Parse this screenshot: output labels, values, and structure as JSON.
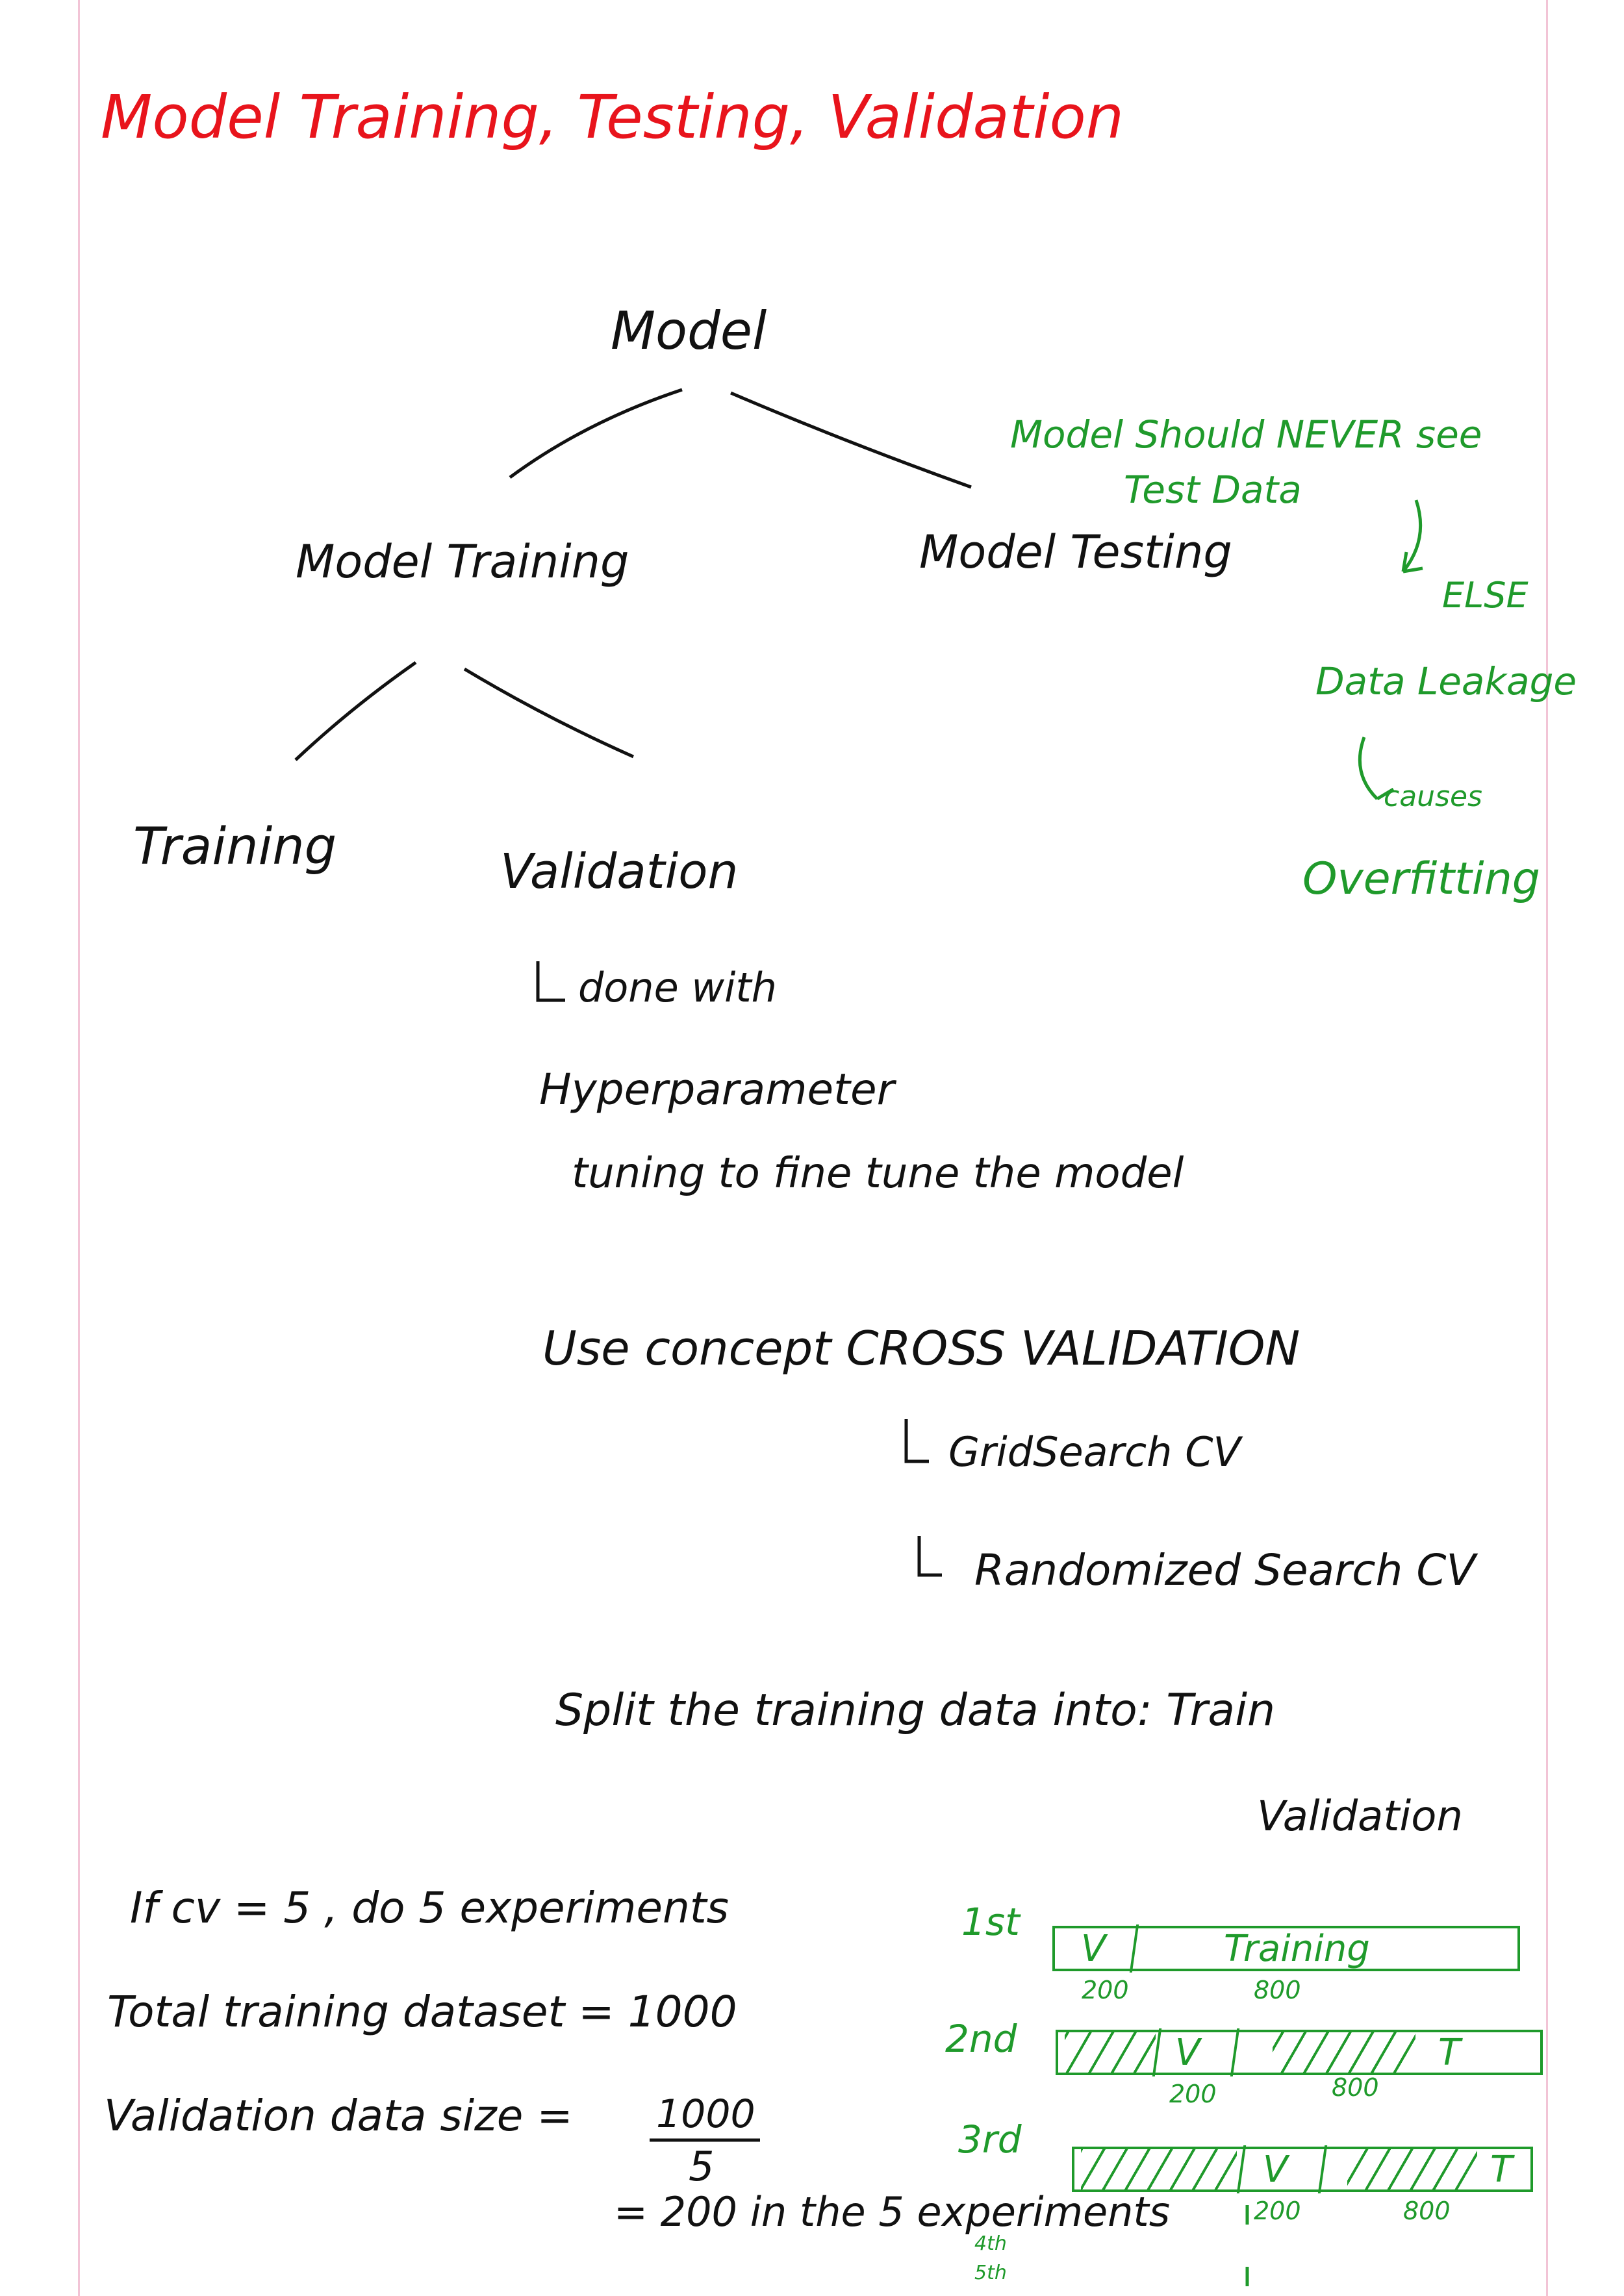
{
  "title": "Model Training, Testing, Validation",
  "tree": {
    "root": "Model",
    "left": "Model Training",
    "right": "Model Testing",
    "left_children": [
      "Training",
      "Validation"
    ]
  },
  "side_note": {
    "line1": "Model Should NEVER see",
    "line2": "Test Data",
    "else_label": "ELSE",
    "leakage": "Data Leakage",
    "causes_label": "causes",
    "result": "Overfitting"
  },
  "validation_note": {
    "line1": "done with",
    "line2": "Hyperparameter",
    "line3": "tuning to fine tune the model"
  },
  "cross_validation": {
    "heading": "Use concept CROSS VALIDATION",
    "methods": [
      "GridSearch CV",
      "Randomized Search CV"
    ]
  },
  "split": {
    "line": "Split the training data into: Train",
    "second": "Validation"
  },
  "cv_example": {
    "line1": "If cv = 5 , do 5 experiments",
    "line2": "Total training dataset = 1000",
    "line3_prefix": "Validation data size =",
    "numerator": "1000",
    "denominator": "5",
    "line4": "= 200 in the 5 experiments"
  },
  "folds": {
    "rows": [
      {
        "label": "1st",
        "v": "V",
        "training": "Training",
        "t": "",
        "v_size": "200",
        "train_size": "800"
      },
      {
        "label": "2nd",
        "v": "V",
        "training": "",
        "t": "T",
        "v_size": "200",
        "train_size": "800"
      },
      {
        "label": "3rd",
        "v": "V",
        "training": "",
        "t": "T",
        "v_size": "200",
        "train_size": "800"
      }
    ],
    "extra": [
      "4th",
      "5th"
    ]
  },
  "colors": {
    "title": "#e8141c",
    "notes": "#111111",
    "green": "#1f9a2b"
  }
}
